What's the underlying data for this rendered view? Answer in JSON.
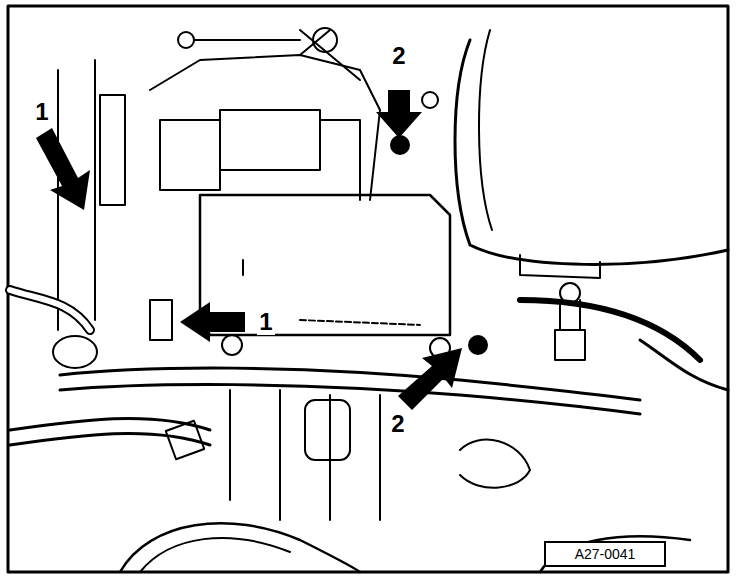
{
  "diagram": {
    "nodes": [
      {
        "text": [
          "A27-0041"
        ]
      }
    ],
    "labels": [
      "2",
      "1",
      "1",
      "2"
    ]
  }
}
